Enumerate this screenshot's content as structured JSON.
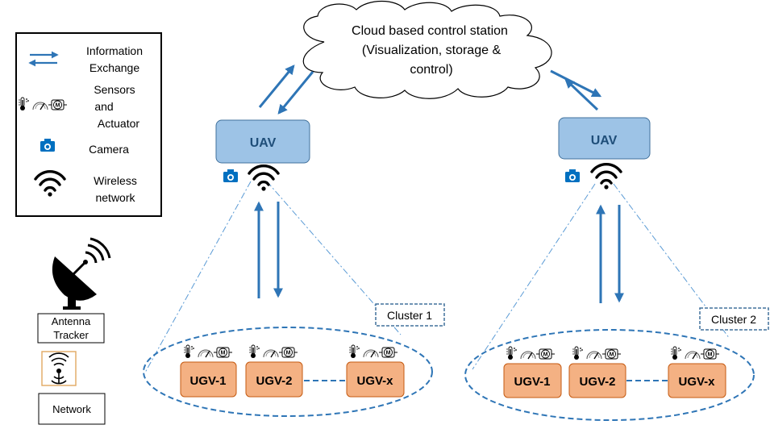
{
  "cloud": {
    "line1": "Cloud based control station",
    "line2": "(Visualization, storage &",
    "line3": "control)"
  },
  "legend": {
    "info_line1": "Information",
    "info_line2": "Exchange",
    "sensors_line1": "Sensors",
    "sensors_line2": "and",
    "sensors_line3": "Actuator",
    "camera": "Camera",
    "wireless_line1": "Wireless",
    "wireless_line2": "network"
  },
  "antenna": {
    "line1": "Antenna",
    "line2": "Tracker"
  },
  "network": {
    "label": "Network"
  },
  "uav_label": "UAV",
  "clusters": [
    {
      "label": "Cluster 1",
      "ugvs": [
        "UGV-1",
        "UGV-2",
        "UGV-x"
      ]
    },
    {
      "label": "Cluster 2",
      "ugvs": [
        "UGV-1",
        "UGV-2",
        "UGV-x"
      ]
    }
  ],
  "colors": {
    "arrow": "#2E75B6",
    "uav_fill": "#9DC3E6",
    "uav_stroke": "#41719C",
    "uav_text": "#1F4E79",
    "ugv_fill": "#F4B183",
    "ugv_stroke": "#C55A11",
    "camera": "#0070C0",
    "dashed": "#2E75B6"
  }
}
